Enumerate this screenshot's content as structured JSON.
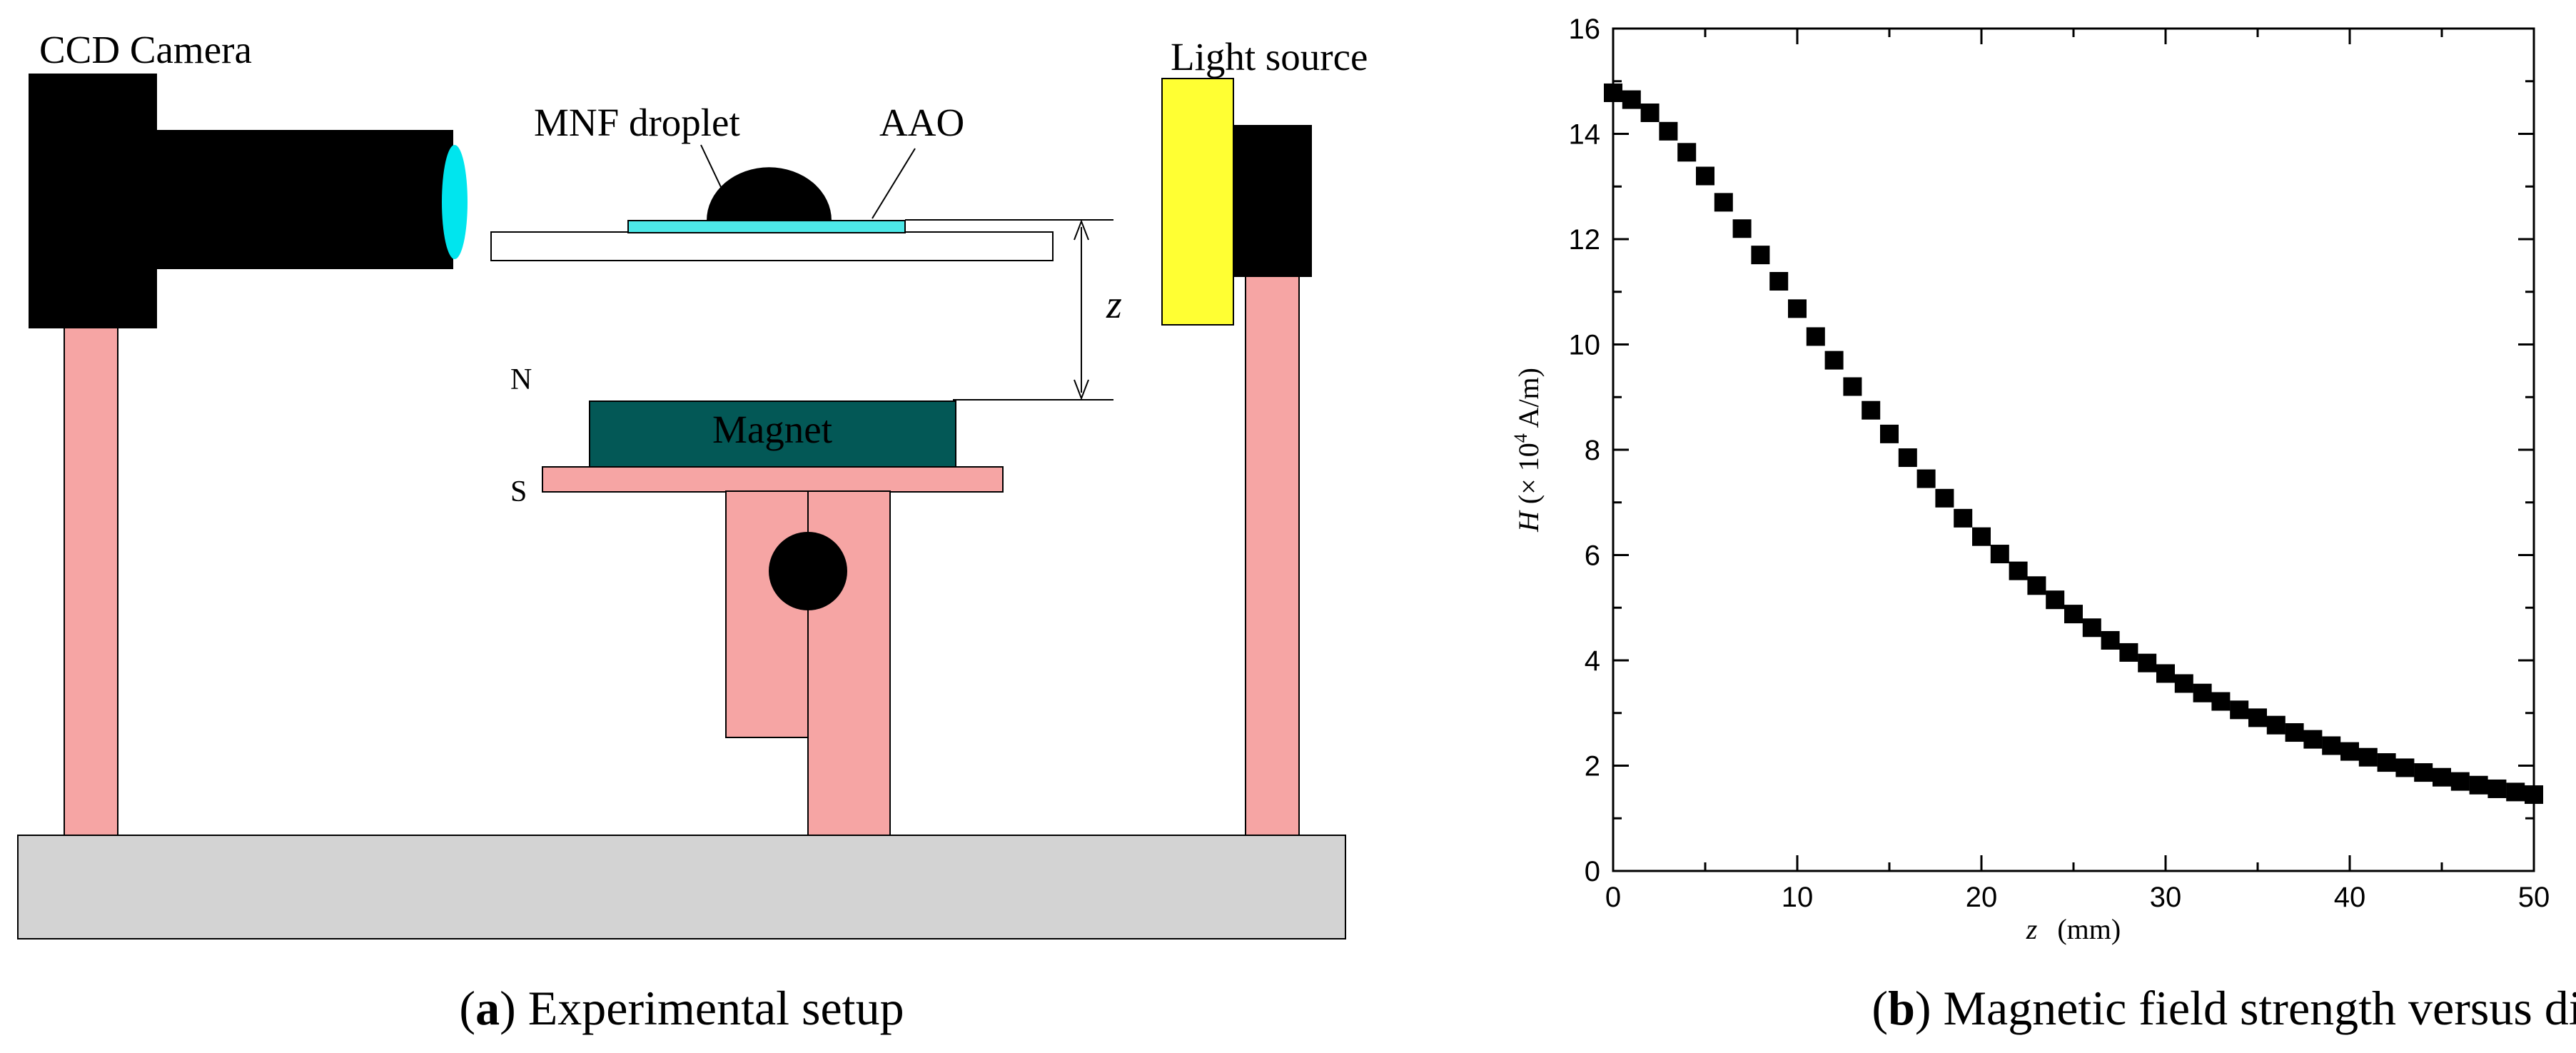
{
  "setup": {
    "labels": {
      "camera": "CCD Camera",
      "light": "Light source",
      "droplet": "MNF droplet",
      "aao": "AAO",
      "distance": "z",
      "north": "N",
      "south": "S",
      "magnet": "Magnet"
    },
    "caption": {
      "letter": "a",
      "text": "Experimental setup"
    },
    "colors": {
      "camera": "#000000",
      "lens": "#00e5ee",
      "aao_layer": "#4de8e8",
      "pillar": "#f6a5a4",
      "magnet": "#035856",
      "base": "#d3d3d3",
      "light": "#ffff33"
    }
  },
  "plot": {
    "caption": {
      "letter": "b",
      "text": "Magnetic field strength versus distance"
    },
    "ylabel_var": "H",
    "ylabel_unit_prefix": "(× 10",
    "ylabel_exp": "4",
    "ylabel_unit_suffix": " A/m)",
    "xlabel_var": "z",
    "xlabel_unit": "(mm)"
  },
  "chart_data": {
    "type": "scatter",
    "marker": "square",
    "color": "#000000",
    "xlim": [
      0,
      50
    ],
    "ylim": [
      0,
      16
    ],
    "xticks": [
      0,
      10,
      20,
      30,
      40,
      50
    ],
    "yticks": [
      0,
      2,
      4,
      6,
      8,
      10,
      12,
      14,
      16
    ],
    "x": [
      0,
      1,
      2,
      3,
      4,
      5,
      6,
      7,
      8,
      9,
      10,
      11,
      12,
      13,
      14,
      15,
      16,
      17,
      18,
      19,
      20,
      21,
      22,
      23,
      24,
      25,
      26,
      27,
      28,
      29,
      30,
      31,
      32,
      33,
      34,
      35,
      36,
      37,
      38,
      39,
      40,
      41,
      42,
      43,
      44,
      45,
      46,
      47,
      48,
      49,
      50
    ],
    "y": [
      14.78,
      14.65,
      14.4,
      14.05,
      13.65,
      13.2,
      12.7,
      12.2,
      11.7,
      11.2,
      10.68,
      10.15,
      9.7,
      9.2,
      8.75,
      8.3,
      7.85,
      7.45,
      7.08,
      6.7,
      6.35,
      6.02,
      5.7,
      5.42,
      5.15,
      4.88,
      4.62,
      4.38,
      4.15,
      3.95,
      3.75,
      3.56,
      3.38,
      3.22,
      3.06,
      2.91,
      2.77,
      2.63,
      2.5,
      2.38,
      2.27,
      2.16,
      2.06,
      1.96,
      1.87,
      1.78,
      1.7,
      1.63,
      1.56,
      1.5,
      1.45
    ]
  }
}
